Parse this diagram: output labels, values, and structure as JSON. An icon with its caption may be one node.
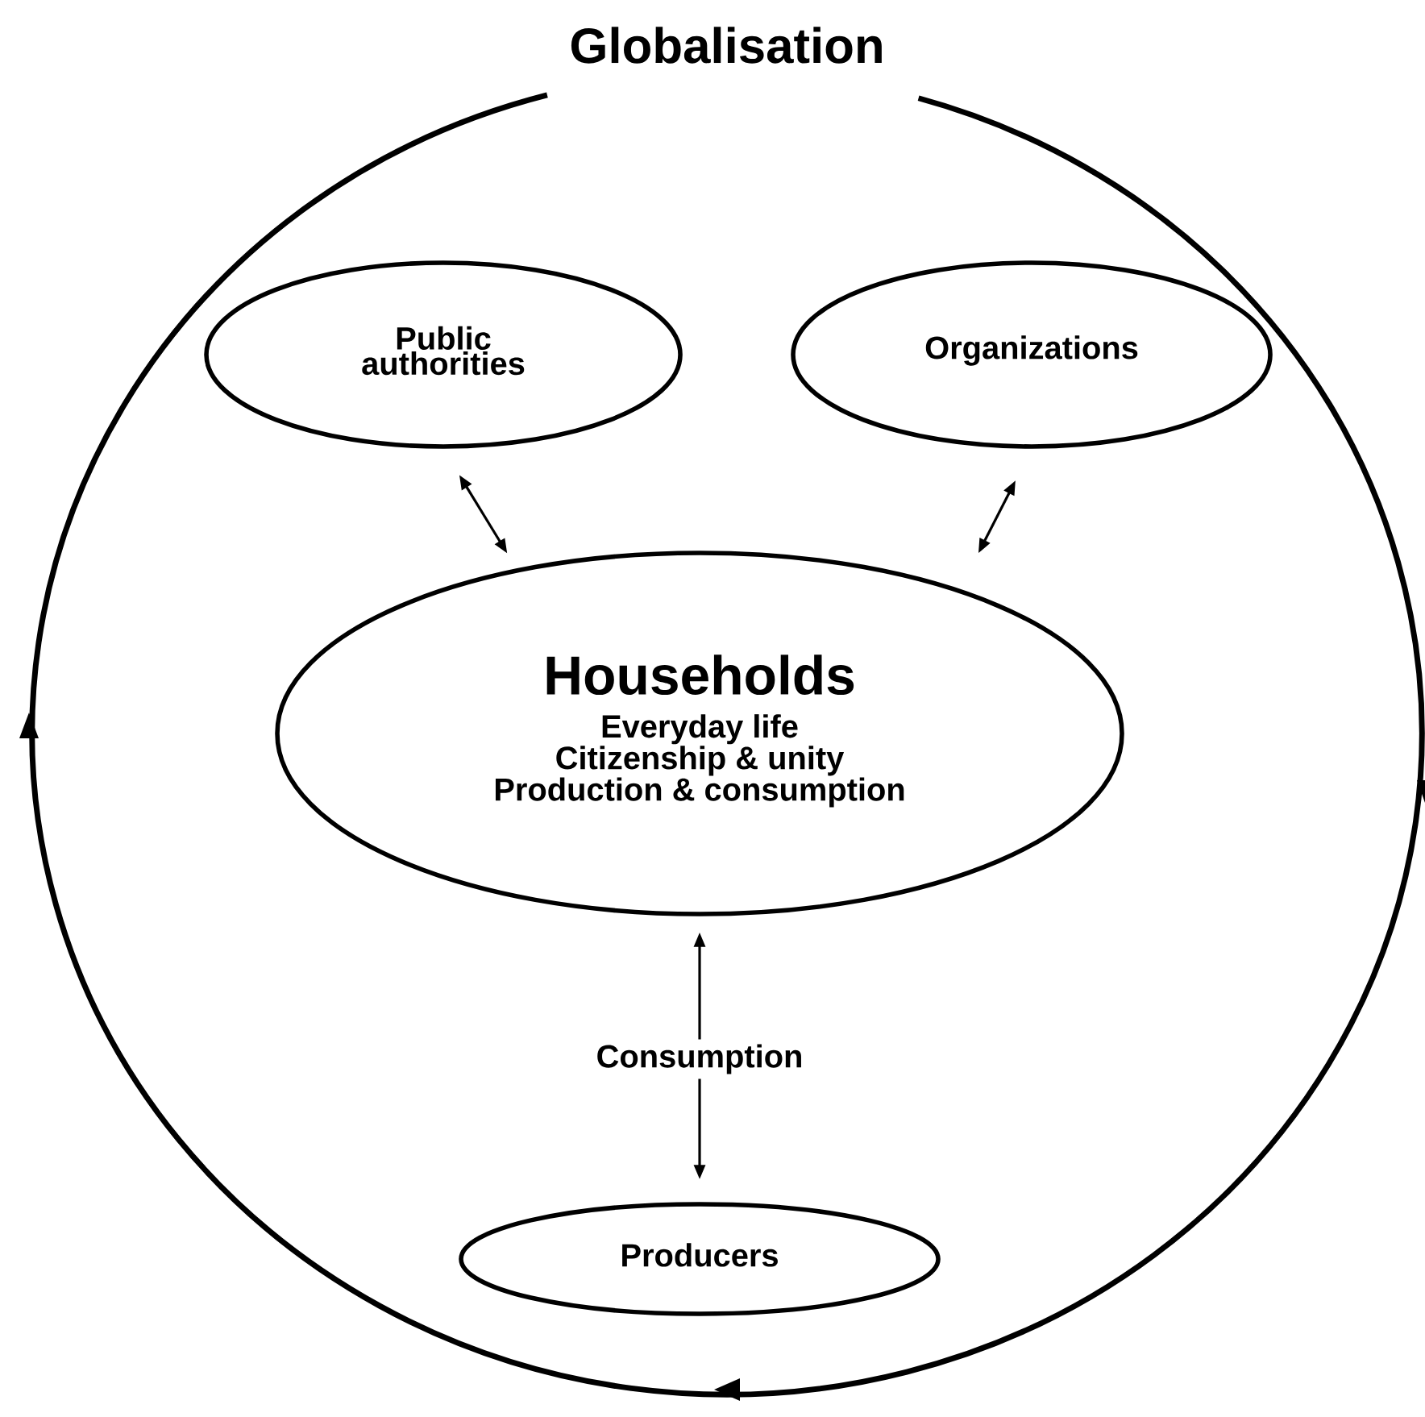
{
  "diagram": {
    "nodes": [
      {
        "text": [
          "Globalisation"
        ]
      },
      {
        "text": [
          "Public authorities"
        ],
        "in": 0
      },
      {
        "text": [
          "Organizations"
        ],
        "in": 0
      },
      {
        "text": [
          "Households",
          "Everyday life",
          "Citizenship & unity",
          "Production & consumption"
        ],
        "in": 0
      },
      {
        "text": [
          "Producers"
        ],
        "in": 0
      }
    ],
    "edges": [
      {
        "from": 1,
        "to": 3,
        "arrow": "both"
      },
      {
        "from": 2,
        "to": 3,
        "arrow": "both"
      },
      {
        "from": 3,
        "to": 4,
        "arrow": "both",
        "label": "Consumption"
      }
    ]
  }
}
